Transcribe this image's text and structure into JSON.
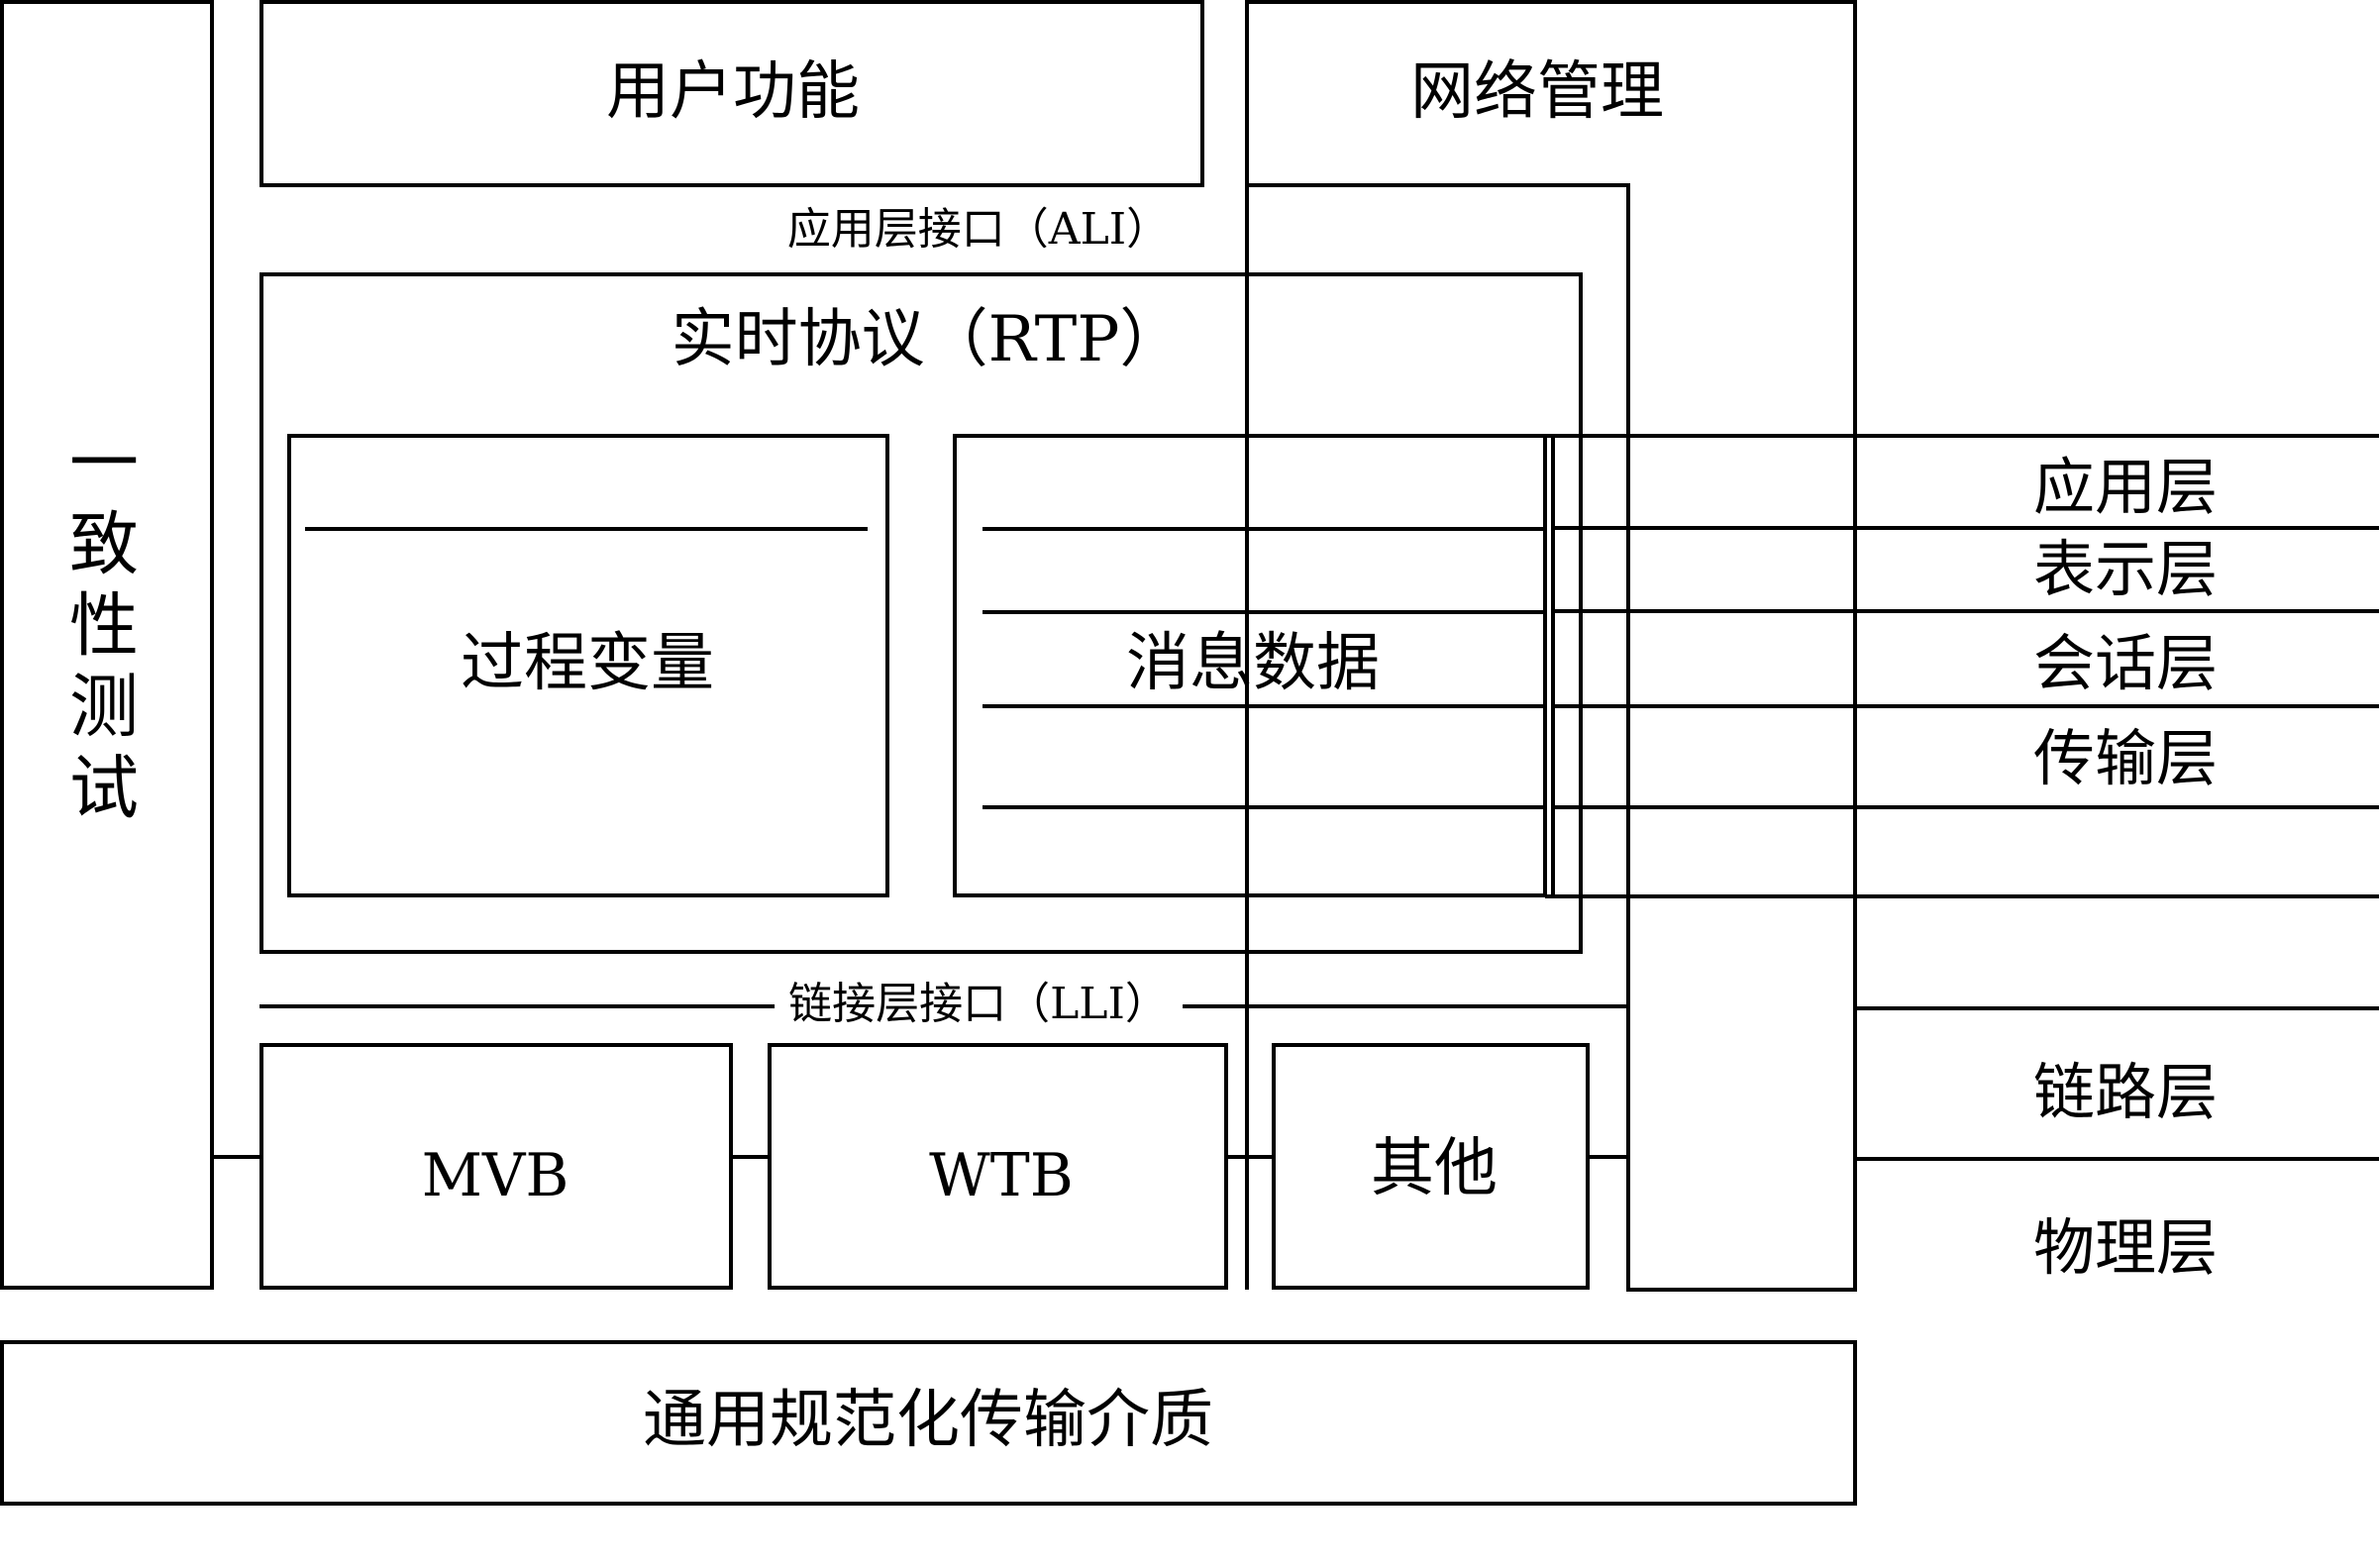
{
  "diagram": {
    "conformance_test": "一致性测试",
    "user_functions": "用户功能",
    "network_management": "网络管理",
    "ali_interface": "应用层接口（ALI）",
    "rtp": "实时协议（RTP）",
    "process_variables": "过程变量",
    "message_data": "消息数据",
    "lli_interface": "链接层接口（LLI）",
    "link_boxes": [
      "MVB",
      "WTB",
      "其他"
    ],
    "transmission_medium": "通用规范化传输介质",
    "osi_layers": [
      "应用层",
      "表示层",
      "会话层",
      "传输层",
      "链路层",
      "物理层"
    ]
  }
}
